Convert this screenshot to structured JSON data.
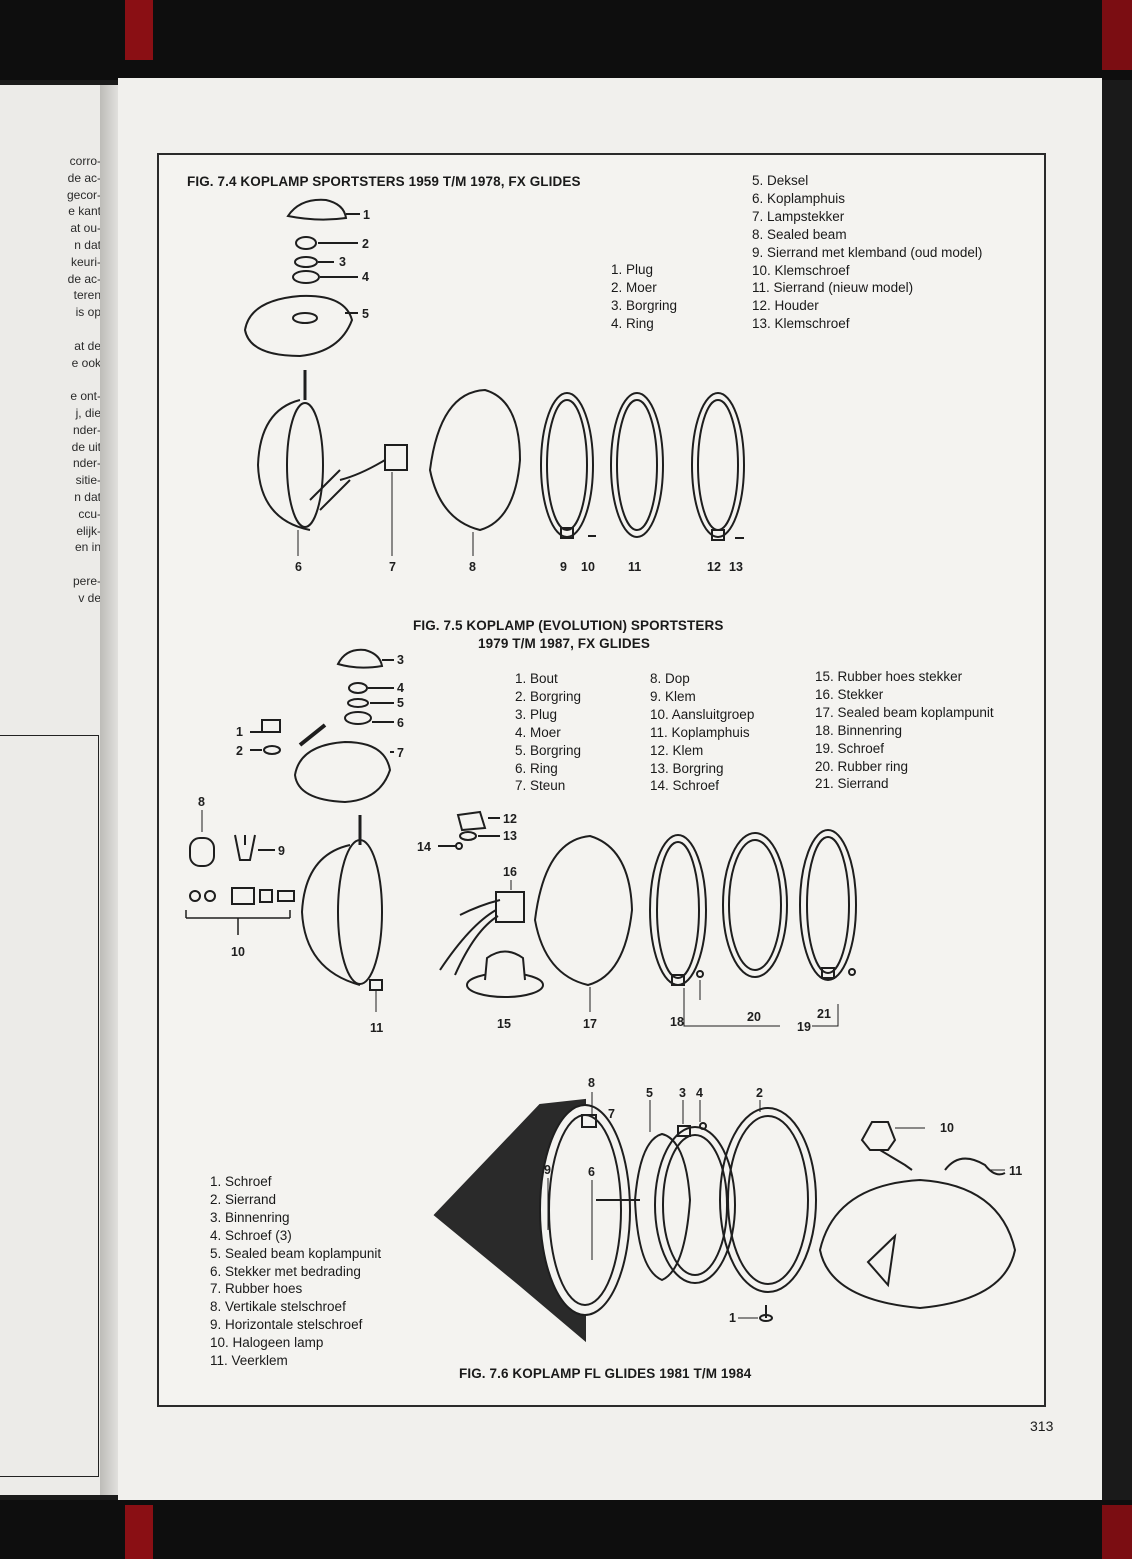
{
  "left_page": {
    "fragments": [
      "corro-",
      "de ac-",
      "gecor-",
      "e kant",
      "at ou-",
      "n dat",
      "keuri-",
      "de ac-",
      "teren",
      "is op",
      "",
      "at de",
      "e ook",
      "",
      "e ont-",
      "j, die",
      "nder-",
      "de uit",
      "nder-",
      "sitie-",
      "n dat",
      "ccu-",
      "elijk-",
      "en in",
      "",
      "pere-",
      "v de"
    ]
  },
  "fig74": {
    "title": "FIG. 7.4 KOPLAMP SPORTSTERS 1959 T/M 1978, FX GLIDES",
    "legend_a": [
      "1. Plug",
      "2. Moer",
      "3. Borgring",
      "4. Ring"
    ],
    "legend_b": [
      "5. Deksel",
      "6. Koplamphuis",
      "7. Lampstekker",
      "8. Sealed beam",
      "9. Sierrand met klemband (oud model)",
      "10. Klemschroef",
      "11. Sierrand (nieuw model)",
      "12. Houder",
      "13. Klemschroef"
    ],
    "callouts": {
      "c1": "1",
      "c2": "2",
      "c3": "3",
      "c4": "4",
      "c5": "5",
      "c6": "6",
      "c7": "7",
      "c8": "8",
      "c9": "9",
      "c10": "10",
      "c11": "11",
      "c12": "12",
      "c13": "13"
    }
  },
  "fig75": {
    "title_line1": "FIG. 7.5 KOPLAMP (EVOLUTION) SPORTSTERS",
    "title_line2": "1979 T/M 1987, FX GLIDES",
    "legend_a": [
      "1. Bout",
      "2. Borgring",
      "3. Plug",
      "4. Moer",
      "5. Borgring",
      "6. Ring",
      "7. Steun"
    ],
    "legend_b": [
      "8. Dop",
      "9. Klem",
      "10. Aansluitgroep",
      "11. Koplamphuis",
      "12. Klem",
      "13. Borgring",
      "14. Schroef"
    ],
    "legend_c": [
      "15. Rubber hoes stekker",
      "16. Stekker",
      "17. Sealed beam koplampunit",
      "18. Binnenring",
      "19. Schroef",
      "20. Rubber ring",
      "21. Sierrand"
    ],
    "callouts": {
      "c1": "1",
      "c2": "2",
      "c3": "3",
      "c4": "4",
      "c5": "5",
      "c6": "6",
      "c7": "7",
      "c8": "8",
      "c9": "9",
      "c10": "10",
      "c11": "11",
      "c12": "12",
      "c13": "13",
      "c14": "14",
      "c15": "15",
      "c16": "16",
      "c17": "17",
      "c18": "18",
      "c19": "19",
      "c20": "20",
      "c21": "21"
    }
  },
  "fig76": {
    "title": "FIG. 7.6 KOPLAMP FL GLIDES 1981 T/M 1984",
    "legend": [
      "1. Schroef",
      "2. Sierrand",
      "3. Binnenring",
      "4. Schroef (3)",
      "5. Sealed beam koplampunit",
      "6. Stekker met bedrading",
      "7. Rubber hoes",
      "8. Vertikale stelschroef",
      "9. Horizontale stelschroef",
      "10. Halogeen lamp",
      "11. Veerklem"
    ],
    "callouts": {
      "c1": "1",
      "c2": "2",
      "c3": "3",
      "c4": "4",
      "c5": "5",
      "c6": "6",
      "c7": "7",
      "c8": "8",
      "c9": "9",
      "c10": "10",
      "c11": "11"
    }
  },
  "page_number": "313"
}
